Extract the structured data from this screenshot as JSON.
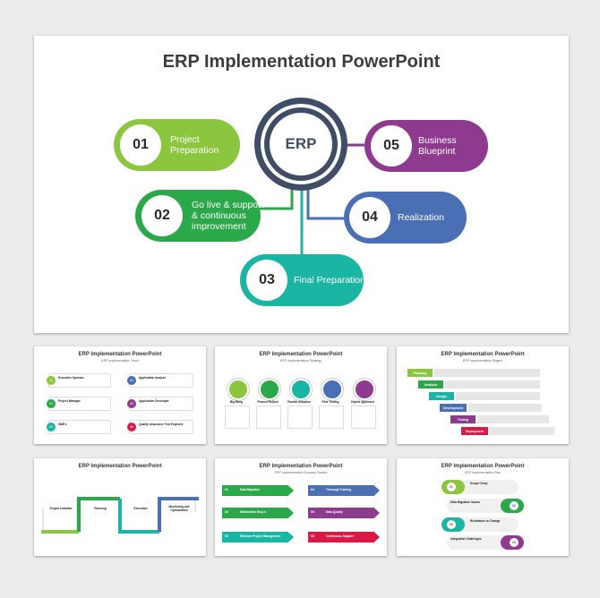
{
  "main": {
    "title": "ERP Implementation PowerPoint",
    "center_label": "ERP",
    "items": [
      {
        "num": "01",
        "label": "Project\nPreparation",
        "color": "#8cc63f"
      },
      {
        "num": "02",
        "label": "Go live & support\n& continuous\nimprovement",
        "color": "#2aa84a"
      },
      {
        "num": "03",
        "label": "Final Preparation",
        "color": "#1bb5a4"
      },
      {
        "num": "04",
        "label": "Realization",
        "color": "#4a6fb5"
      },
      {
        "num": "05",
        "label": "Business\nBlueprint",
        "color": "#8e3a8e"
      }
    ]
  },
  "thumbs": {
    "team": {
      "title": "ERP Implementation PowerPoint",
      "subtitle": "ERP Implementation Team",
      "items": [
        {
          "num": "01",
          "label": "Executive Sponsor",
          "color": "#8cc63f"
        },
        {
          "num": "02",
          "label": "Project Manager",
          "color": "#2aa84a"
        },
        {
          "num": "03",
          "label": "SME's",
          "color": "#1bb5a4"
        },
        {
          "num": "04",
          "label": "Application Analyst",
          "color": "#4a6fb5"
        },
        {
          "num": "05",
          "label": "Application Developer",
          "color": "#8e3a8e"
        },
        {
          "num": "06",
          "label": "Quality Assurance Test Engineer",
          "color": "#d81b45"
        }
      ]
    },
    "strategy": {
      "title": "ERP Implementation PowerPoint",
      "subtitle": "ERP Implementation Strategy",
      "items": [
        {
          "label": "Big Bang",
          "color": "#8cc63f"
        },
        {
          "label": "Phased Rollout",
          "color": "#2aa84a"
        },
        {
          "label": "Parallel Adoption",
          "color": "#1bb5a4"
        },
        {
          "label": "Pilot Testing",
          "color": "#4a6fb5"
        },
        {
          "label": "Hybrid Approach",
          "color": "#8e3a8e"
        }
      ]
    },
    "stages": {
      "title": "ERP Implementation PowerPoint",
      "subtitle": "ERP Implementation Stages",
      "items": [
        {
          "label": "Planning",
          "color": "#8cc63f"
        },
        {
          "label": "Analysis",
          "color": "#2aa84a"
        },
        {
          "label": "Design",
          "color": "#1bb5a4"
        },
        {
          "label": "Development",
          "color": "#4a6fb5"
        },
        {
          "label": "Testing",
          "color": "#8e3a8e"
        },
        {
          "label": "Deployment",
          "color": "#d81b45"
        }
      ]
    },
    "process": {
      "title": "ERP Implementation PowerPoint",
      "items": [
        {
          "label": "Project Initiation",
          "color": "#8cc63f"
        },
        {
          "label": "Planning",
          "color": "#2aa84a"
        },
        {
          "label": "Execution",
          "color": "#1bb5a4"
        },
        {
          "label": "Monitoring and Optimization",
          "color": "#4a6fb5"
        }
      ]
    },
    "success": {
      "title": "ERP Implementation PowerPoint",
      "subtitle": "ERP Implementation Success Factors",
      "items": [
        {
          "num": "01",
          "label": "Data Migration",
          "color": "#2aa84a"
        },
        {
          "num": "02",
          "label": "Stakeholder Buy-in",
          "color": "#2aa84a"
        },
        {
          "num": "03",
          "label": "Effective Project Management",
          "color": "#1bb5a4"
        },
        {
          "num": "04",
          "label": "Thorough Training",
          "color": "#4a6fb5"
        },
        {
          "num": "05",
          "label": "Data Quality",
          "color": "#8e3a8e"
        },
        {
          "num": "06",
          "label": "Continuous Support",
          "color": "#d81b45"
        }
      ]
    },
    "risk": {
      "title": "ERP Implementation PowerPoint",
      "subtitle": "ERP Implementation Risk",
      "items": [
        {
          "num": "01",
          "label": "Scope Creep",
          "color": "#8cc63f"
        },
        {
          "num": "02",
          "label": "Data Migration Issues",
          "color": "#2aa84a"
        },
        {
          "num": "03",
          "label": "Resistance to Change",
          "color": "#1bb5a4"
        },
        {
          "num": "04",
          "label": "Integration Challenges",
          "color": "#8e3a8e"
        }
      ]
    }
  }
}
